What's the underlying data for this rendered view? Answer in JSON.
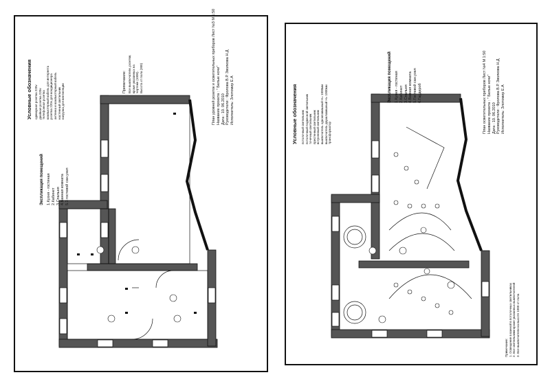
{
  "left": {
    "legend_title": "Условные обозначения",
    "legend_items": [
      "одинарная розетка 220v",
      "двойная розетка 220v",
      "телефонная розетка",
      "компьютерный кабель для интернета",
      "розетка 220v для кондиционера",
      "антенна и компьютерный кабель",
      "настенный светильник",
      "нагрузка для вентиляции"
    ],
    "notes_title": "Примечание:",
    "notes": [
      "Все выключатели, розетки,",
      "кроме указанных на",
      "чертеже (1000).",
      "Высота от пола (300)"
    ],
    "rooms_title": "Экспликация помещений",
    "rooms": [
      "1.Кухня - гостиная",
      "2.Кабинет",
      "3.Спальня",
      "4.Ванная комната",
      "5.1 гостевой сан.узел"
    ],
    "stamp": [
      "План уровней розеток и осветительных приборов    Лист №3 М 1:50",
      "Название проекта : \" Белые ночи\"",
      "Дата : 10. 06.2010",
      "Руководители : Фролова В.Р. Зволкова Н.Д",
      "Исполнитель: Злотомир Е.А"
    ]
  },
  "right": {
    "legend_title": "Условные обозначения",
    "legend_items": [
      "потолочный светильник",
      "потолочный подвесной светильник",
      "точечный светильник",
      "пристенный светильник",
      "встроенный светильник",
      "выключатель одноклавишный Н= 1000мм",
      "выключатель двухклавишный Н= 1000мм",
      "трансформатор"
    ],
    "rooms_title": "Экспликация помещений",
    "rooms": [
      "1.Кухня - гостиная",
      "2.Кабинет",
      "3.Спальня",
      "4.Ванная комната",
      "5.Гостевой сан.узел",
      "6.Гардероб"
    ],
    "stamp": [
      "План осветительных приборов    Лист №4 М 1:50",
      "Название проекта : \" Белые ночи\"",
      "Дата : 10. 06.2010",
      "Руководители : Фролова В.Р. Зволкова Н.Д",
      "Исполнитель: Злотомир Е.А"
    ],
    "notes_title": "Примечание:",
    "notes": [
      "1. Освещение в ванной в потолочных светильниках",
      "2. Все светильники кроме указанных выключателей",
      "3. Все выключатели на высоте 1000 от пола"
    ]
  }
}
